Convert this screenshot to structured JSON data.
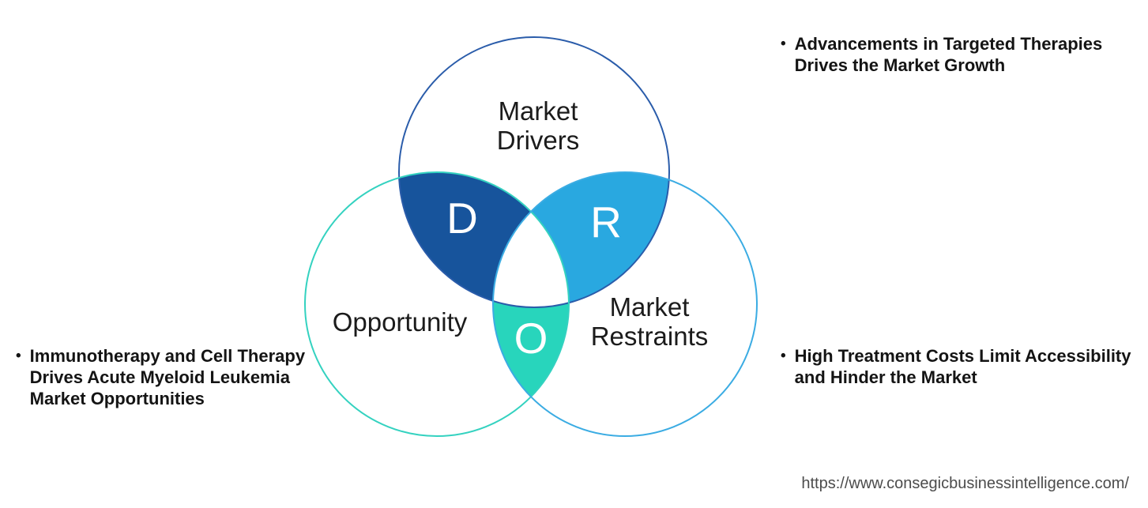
{
  "venn": {
    "circles": {
      "drivers": {
        "label_line1": "Market",
        "label_line2": "Drivers",
        "letter": "D",
        "stroke_color": "#2a5caa",
        "overlap_fill": "#17549c"
      },
      "restraints": {
        "label_line1": "Market",
        "label_line2": "Restraints",
        "letter": "R",
        "stroke_color": "#3bace3",
        "overlap_fill": "#29a8e0"
      },
      "opportunity": {
        "label": "Opportunity",
        "letter": "O",
        "stroke_color": "#34d2c0",
        "overlap_fill": "#28d5bc"
      }
    }
  },
  "annotations": {
    "bullet_glyph": "•",
    "driver_note": "Advancements in Targeted Therapies Drives the Market Growth",
    "opportunity_note": "Immunotherapy and Cell Therapy Drives Acute Myeloid Leukemia Market Opportunities",
    "restraint_note": "High Treatment Costs Limit Accessibility and Hinder the Market"
  },
  "footer": {
    "url": "https://www.consegicbusinessintelligence.com/"
  }
}
